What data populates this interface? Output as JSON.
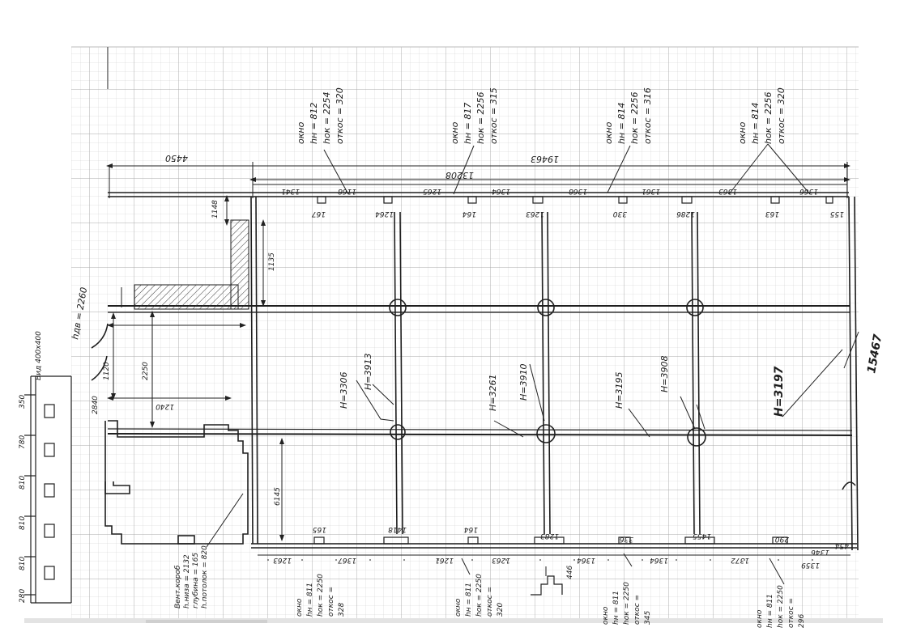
{
  "dimensions": {
    "overall_top": "19463",
    "overall_left": "4450",
    "inner_top": "13208",
    "side_right": "15467",
    "top_segments": [
      "1341",
      "1168",
      "1265",
      "1364",
      "1368",
      "1361",
      "1363",
      "1366"
    ],
    "top_pier_widths": [
      "167",
      "1264",
      "164",
      "1263",
      "330",
      "1286",
      "163",
      "155"
    ],
    "left_vertical": [
      "1148",
      "1135",
      "2250",
      "1240",
      "6145",
      "1120",
      "2840"
    ],
    "bottom_segments": [
      "1263",
      "1367",
      "1261",
      "1263",
      "1364",
      "1364",
      "1372",
      "1359"
    ],
    "bottom_pier_widths": [
      "165",
      "1418",
      "164",
      "1283",
      "336",
      "1455",
      "290",
      "454",
      "1346"
    ],
    "stair_gap": "446"
  },
  "heights": [
    "H=3306",
    "H=3913",
    "H=3261",
    "H=3910",
    "H=3195",
    "H=3908",
    "H=3197"
  ],
  "windows_top": [
    {
      "lines": [
        "окно",
        "hн = 812",
        "hок = 2254",
        "откос = 320"
      ]
    },
    {
      "lines": [
        "окно",
        "hн = 817",
        "hок = 2256",
        "откос = 315"
      ]
    },
    {
      "lines": [
        "окно",
        "hн = 814",
        "hок = 2256",
        "откос = 316"
      ]
    },
    {
      "lines": [
        "окно",
        "hн = 814",
        "hок = 2256",
        "откос = 320"
      ]
    }
  ],
  "windows_bottom": [
    {
      "lines": [
        "окно",
        "hн = 811",
        "hок = 2250",
        "откос =",
        "328"
      ]
    },
    {
      "lines": [
        "окно",
        "hн = 811",
        "hок = 2250",
        "откос =",
        "320"
      ]
    },
    {
      "lines": [
        "окно",
        "hн = 811",
        "hок = 2250",
        "откос =",
        "345"
      ]
    },
    {
      "lines": [
        "окно",
        "hн = 811",
        "hок = 2250",
        "откос =",
        "296"
      ]
    }
  ],
  "vent": {
    "lines": [
      "Вент.короб",
      "h.низа = 2132",
      "глубина = 165",
      "h.потолок = 820"
    ]
  },
  "door": {
    "label": "hдв = 2260"
  },
  "elevation": {
    "label": "Вид 400х400",
    "dims": [
      "350",
      "780",
      "810",
      "810",
      "810",
      "280"
    ]
  }
}
